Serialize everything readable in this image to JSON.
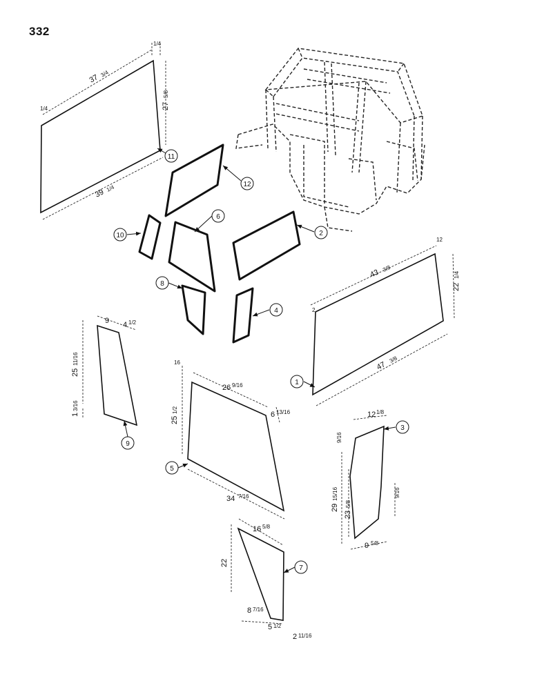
{
  "page_number": "332",
  "colors": {
    "ink": "#111111",
    "paper": "#ffffff"
  },
  "callouts": [
    "1",
    "2",
    "3",
    "4",
    "5",
    "6",
    "7",
    "8",
    "9",
    "10",
    "11",
    "12"
  ],
  "dims": {
    "p11_top": "37",
    "p11_top_f": "3/4",
    "p11_left_off": "1/4",
    "p11_right_off": "1/4",
    "p11_height": "27",
    "p11_height_f": "5/8",
    "p11_bottom": "39",
    "p11_bottom_f": "1/4",
    "p1_off_left": "2",
    "p1_off_right": "12",
    "p1_top": "43",
    "p1_top_f": "3/8",
    "p1_height": "22",
    "p1_height_f": "1/4",
    "p1_bottom": "47",
    "p1_bottom_f": "3/8",
    "p9_width": "9",
    "p9_top": "4",
    "p9_top_f": "1/2",
    "p9_height": "25",
    "p9_height_f": "11/16",
    "p9_bottom": "1",
    "p9_bottom_f": "3/16",
    "p5_off": "16",
    "p5_top": "26",
    "p5_top_f": "9/16",
    "p5_height": "25",
    "p5_height_f": "1/2",
    "p5_right": "6",
    "p5_right_f": "13/16",
    "p5_bottom": "34",
    "p5_bottom_f": "7/16",
    "p3_top": "12",
    "p3_top_f": "1/8",
    "p3_off": "9/16",
    "p3_height": "29",
    "p3_height_f": "15/16",
    "p3_inner": "23",
    "p3_inner_f": "5/8",
    "p3_side": "9/16",
    "p3_bottom": "9",
    "p3_bottom_f": "5/8",
    "p7_top": "16",
    "p7_top_f": "5/8",
    "p7_height": "22",
    "p7_b1": "8",
    "p7_b1_f": "7/16",
    "p7_b2": "5",
    "p7_b2_f": "1/2",
    "p7_b3": "2",
    "p7_b3_f": "11/16"
  }
}
